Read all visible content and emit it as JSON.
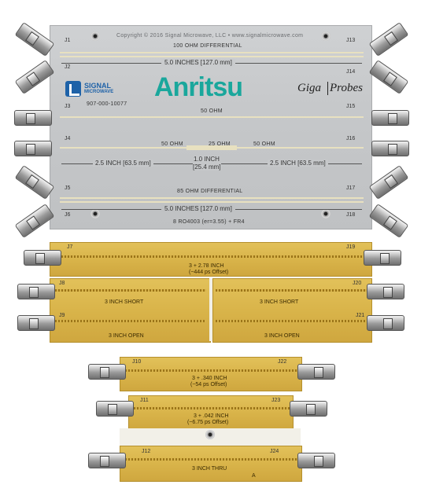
{
  "copyright": "Copyright © 2016 Signal Microwave, LLC • www.signalmicrowave.com",
  "brand": {
    "signal": "SIGNAL",
    "microwave": "MICROWAVE",
    "anritsu": "Anritsu",
    "giga": "Giga",
    "probes": "Probes"
  },
  "part_number": "907-000-10077",
  "substrate": "8 RO4003 (er=3.55) + FR4",
  "top_board": {
    "line1": "100 OHM DIFFERENTIAL",
    "dim1": "5.0 INCHES [127.0 mm]",
    "line2": "50 OHM",
    "ohm_a": "50 OHM",
    "ohm_b": "25 OHM",
    "ohm_c": "50 OHM",
    "dim_left": "2.5 INCH [63.5 mm]",
    "dim_mid": "1.0 INCH\n[25.4 mm]",
    "dim_mid_1": "1.0 INCH",
    "dim_mid_2": "[25.4 mm]",
    "dim_right": "2.5 INCH [63.5 mm]",
    "line4": "85 OHM DIFFERENTIAL",
    "dim4": "5.0 INCHES [127.0 mm]",
    "j_labels": [
      "J1",
      "J2",
      "J3",
      "J4",
      "J5",
      "J6",
      "J13",
      "J14",
      "J15",
      "J16",
      "J17",
      "J18"
    ]
  },
  "gold_boards": {
    "b1": {
      "l": "J7",
      "r": "J19",
      "text1": "3 + 2.78 INCH",
      "text2": "(~444 ps Offset)"
    },
    "b2a": {
      "l": "J8",
      "text": "3 INCH SHORT"
    },
    "b2b": {
      "r": "J20",
      "text": "3 INCH SHORT"
    },
    "b3a": {
      "l": "J9",
      "text": "3 INCH OPEN"
    },
    "b3b": {
      "r": "J21",
      "text": "3 INCH OPEN"
    },
    "b4": {
      "l": "J10",
      "r": "J22",
      "text1": "3 + .340 INCH",
      "text2": "(~54 ps Offset)"
    },
    "b5": {
      "l": "J11",
      "r": "J23",
      "text1": "3 + .042 INCH",
      "text2": "(~6.75 ps Offset)"
    },
    "b6": {
      "l": "J12",
      "r": "J24",
      "text": "3 INCH THRU",
      "mark": "A"
    }
  }
}
